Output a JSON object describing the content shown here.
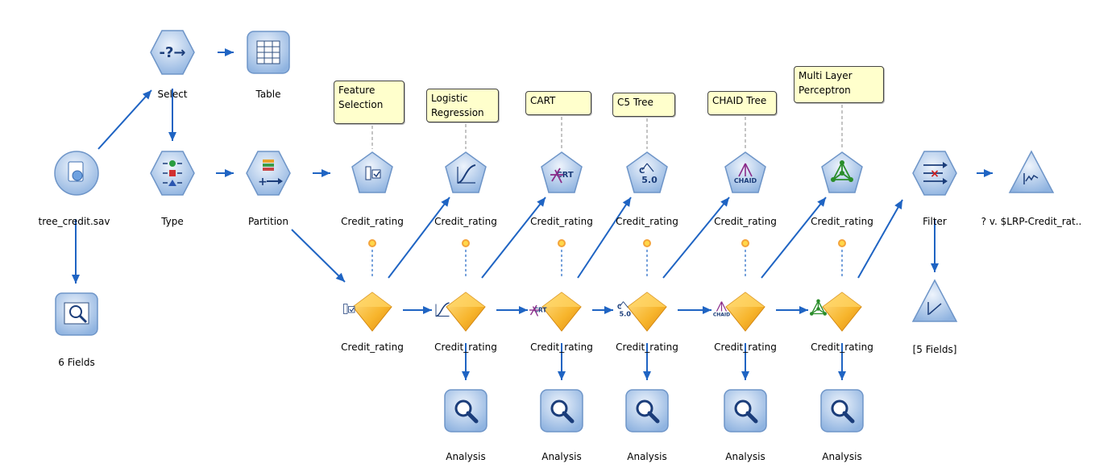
{
  "colors": {
    "link": "#1f64c3",
    "node_blue": "#7ea8dc",
    "node_blue_light": "#dde9f8",
    "model_gold": "#f2a21a",
    "model_gold_light": "#ffd27a",
    "note_bg": "#ffffcc",
    "dashed": "#888888"
  },
  "stream": {
    "source": {
      "label": "tree_credit.sav",
      "icon": "database-file-icon"
    },
    "select": {
      "label": "Select",
      "icon": "select-arrow-icon"
    },
    "table": {
      "label": "Table",
      "icon": "table-grid-icon"
    },
    "type": {
      "label": "Type",
      "icon": "type-shapes-icon"
    },
    "fields_output": {
      "label": "6 Fields",
      "icon": "data-audit-icon"
    },
    "partition": {
      "label": "Partition",
      "icon": "partition-icon"
    },
    "model_builders": [
      {
        "label": "Credit_rating",
        "comment": "Feature Selection",
        "icon": "feature-selection-icon"
      },
      {
        "label": "Credit_rating",
        "comment": "Logistic Regression",
        "icon": "logistic-curve-icon"
      },
      {
        "label": "Credit_rating",
        "comment": "CART",
        "icon": "cart-tree-icon"
      },
      {
        "label": "Credit_rating",
        "comment": "C5 Tree",
        "icon": "c50-tree-icon"
      },
      {
        "label": "Credit_rating",
        "comment": "CHAID Tree",
        "icon": "chaid-tree-icon"
      },
      {
        "label": "Credit_rating",
        "comment": "Multi Layer Perceptron",
        "icon": "neural-net-icon"
      }
    ],
    "model_nuggets": [
      {
        "label": "Credit_rating",
        "icon": "feature-selection-nugget-icon"
      },
      {
        "label": "Credit_rating",
        "icon": "logistic-nugget-icon"
      },
      {
        "label": "Credit_rating",
        "icon": "cart-nugget-icon"
      },
      {
        "label": "Credit_rating",
        "icon": "c50-nugget-icon"
      },
      {
        "label": "Credit_rating",
        "icon": "chaid-nugget-icon"
      },
      {
        "label": "Credit_rating",
        "icon": "neural-net-nugget-icon"
      }
    ],
    "analysis_nodes": [
      {
        "label": "Analysis"
      },
      {
        "label": "Analysis"
      },
      {
        "label": "Analysis"
      },
      {
        "label": "Analysis"
      },
      {
        "label": "Analysis"
      }
    ],
    "filter": {
      "label": "Filter",
      "icon": "filter-icon"
    },
    "evaluation": {
      "label": "? v. $LRP-Credit_rat..",
      "icon": "evaluation-chart-icon"
    },
    "fields5": {
      "label": "[5 Fields]",
      "icon": "plot-icon"
    }
  }
}
